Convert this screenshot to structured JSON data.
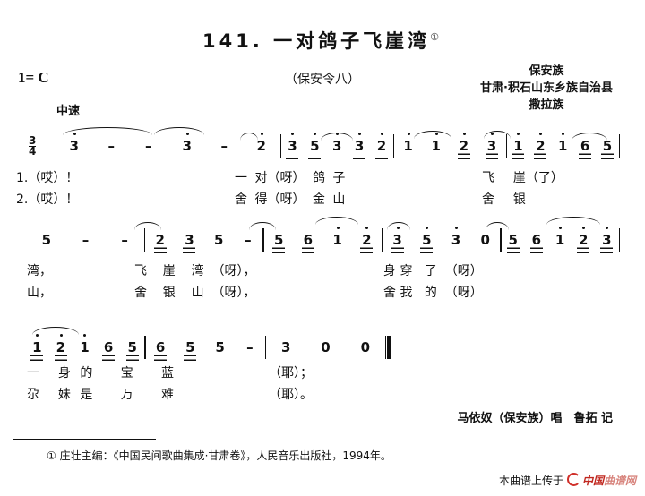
{
  "title": "141. 一对鸽子飞崖湾",
  "title_note": "①",
  "key": "1= C",
  "qupai": "（保安令八）",
  "origin": [
    "保安族",
    "甘肃·积石山东乡族自治县",
    "撒拉族"
  ],
  "tempo": "中速",
  "time_signature": {
    "top": "3",
    "bottom": "4"
  },
  "rows": [
    {
      "measures": [
        [
          {
            "n": "3",
            "hi": 1
          },
          {
            "n": "–"
          },
          {
            "n": "–"
          }
        ],
        [
          {
            "n": "3",
            "hi": 1
          },
          {
            "n": "–"
          },
          {
            "n": "2",
            "hi": 1
          }
        ],
        [
          {
            "n": "3",
            "hi": 1,
            "ul": 1
          },
          {
            "n": "5",
            "hi": 1,
            "ul": 1
          },
          {
            "n": "3",
            "hi": 1
          },
          {
            "n": "3",
            "hi": 1,
            "ul": 1
          },
          {
            "n": "2",
            "hi": 1,
            "ul": 1
          }
        ],
        [
          {
            "n": "1",
            "hi": 1
          },
          {
            "n": "1",
            "hi": 1
          },
          {
            "n": "2",
            "hi": 1,
            "ul": 2
          },
          {
            "n": "3",
            "hi": 1,
            "ul": 2
          }
        ],
        [
          {
            "n": "1",
            "hi": 1,
            "ul": 2
          },
          {
            "n": "2",
            "hi": 1,
            "ul": 2
          },
          {
            "n": "1",
            "hi": 1
          },
          {
            "n": "6",
            "ul": 2
          },
          {
            "n": "5",
            "ul": 2
          }
        ]
      ],
      "end": "bar"
    },
    {
      "measures": [
        [
          {
            "n": "5"
          },
          {
            "n": "–"
          },
          {
            "n": "–"
          }
        ],
        [
          {
            "n": "2",
            "ul": 2
          },
          {
            "n": "3",
            "ul": 2
          },
          {
            "n": "5"
          },
          {
            "n": "–"
          }
        ],
        [
          {
            "n": "5",
            "ul": 2
          },
          {
            "n": "6",
            "ul": 2
          },
          {
            "n": "1",
            "hi": 1
          },
          {
            "n": "2",
            "hi": 1,
            "ul": 2
          }
        ],
        [
          {
            "n": "3",
            "hi": 1,
            "ul": 2
          },
          {
            "n": "5",
            "hi": 1,
            "ul": 2
          },
          {
            "n": "3",
            "hi": 1
          },
          {
            "n": "0"
          }
        ],
        [
          {
            "n": "5",
            "ul": 2
          },
          {
            "n": "6",
            "ul": 2
          },
          {
            "n": "1",
            "hi": 1
          },
          {
            "n": "2",
            "hi": 1,
            "ul": 2
          },
          {
            "n": "3",
            "hi": 1,
            "ul": 2
          }
        ]
      ],
      "end": "bar"
    },
    {
      "measures": [
        [
          {
            "n": "1",
            "hi": 1,
            "ul": 2
          },
          {
            "n": "2",
            "hi": 1,
            "ul": 2
          },
          {
            "n": "1",
            "hi": 1
          },
          {
            "n": "6",
            "ul": 2
          },
          {
            "n": "5",
            "ul": 2
          }
        ],
        [
          {
            "n": "6",
            "ul": 2
          },
          {
            "n": "5",
            "ul": 2
          },
          {
            "n": "5"
          },
          {
            "n": "–"
          }
        ],
        [
          {
            "n": "3"
          },
          {
            "n": "0"
          },
          {
            "n": "0"
          }
        ]
      ],
      "end": "final"
    }
  ],
  "lyrics": {
    "r1v1": [
      "1.（哎）！",
      "一 对（呀） 鸽 子",
      "飞  崖（了）"
    ],
    "r1v2": [
      "2.（哎）！",
      "舍 得（呀） 金 山",
      "舍  银"
    ],
    "r2v1": [
      "湾，",
      "飞    崖    湾  （呀），",
      "身 穿   了  （呀）"
    ],
    "r2v2": [
      "山，",
      "舍    银    山  （呀），",
      "舍 我   的  （呀）"
    ],
    "r3v1": [
      "一  身 的   宝   蓝",
      "（耶）；"
    ],
    "r3v2": [
      "尕  妹 是   万   难",
      "（耶）。"
    ]
  },
  "credit": "马依奴（保安族）唱　鲁拓 记",
  "footnote": "①  庄壮主编：《中国民间歌曲集成·甘肃卷》，人民音乐出版社，1994年。",
  "upload": {
    "text": "本曲谱上传于",
    "brand1": "中国",
    "brand2": "曲谱网"
  }
}
